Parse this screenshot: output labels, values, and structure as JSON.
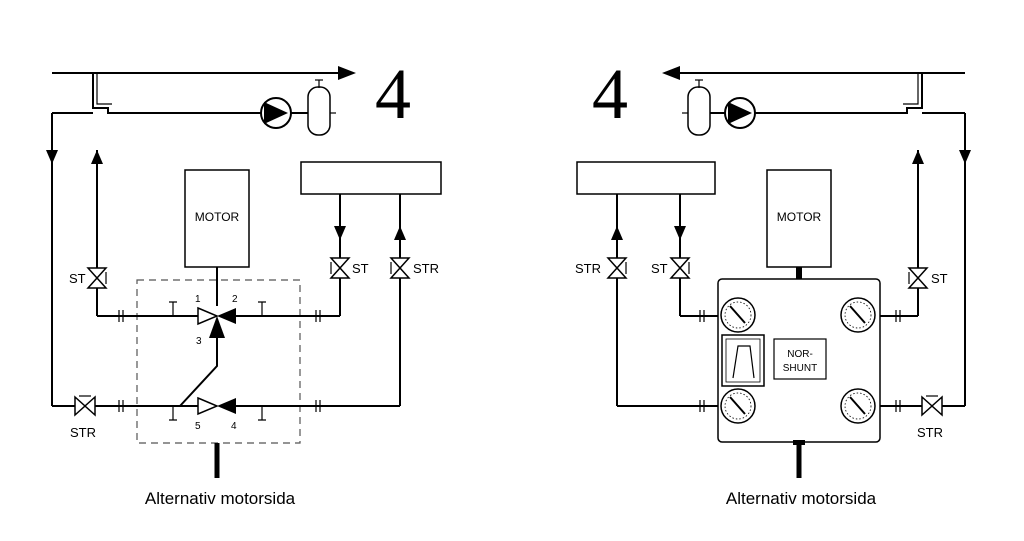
{
  "left": {
    "big_number": "4",
    "motor_label": "MOTOR",
    "caption": "Alternativ motorsida",
    "valve_labels": {
      "st_left": "ST",
      "st_mid": "ST",
      "str_mid": "STR",
      "str_bottom": "STR"
    },
    "port_numbers": [
      "1",
      "2",
      "3",
      "4",
      "5"
    ]
  },
  "right": {
    "big_number": "4",
    "motor_label": "MOTOR",
    "caption": "Alternativ motorsida",
    "shunt_label_line1": "NOR-",
    "shunt_label_line2": "SHUNT",
    "valve_labels": {
      "str_mid": "STR",
      "st_mid": "ST",
      "st_right": "ST",
      "str_bottom": "STR"
    }
  }
}
